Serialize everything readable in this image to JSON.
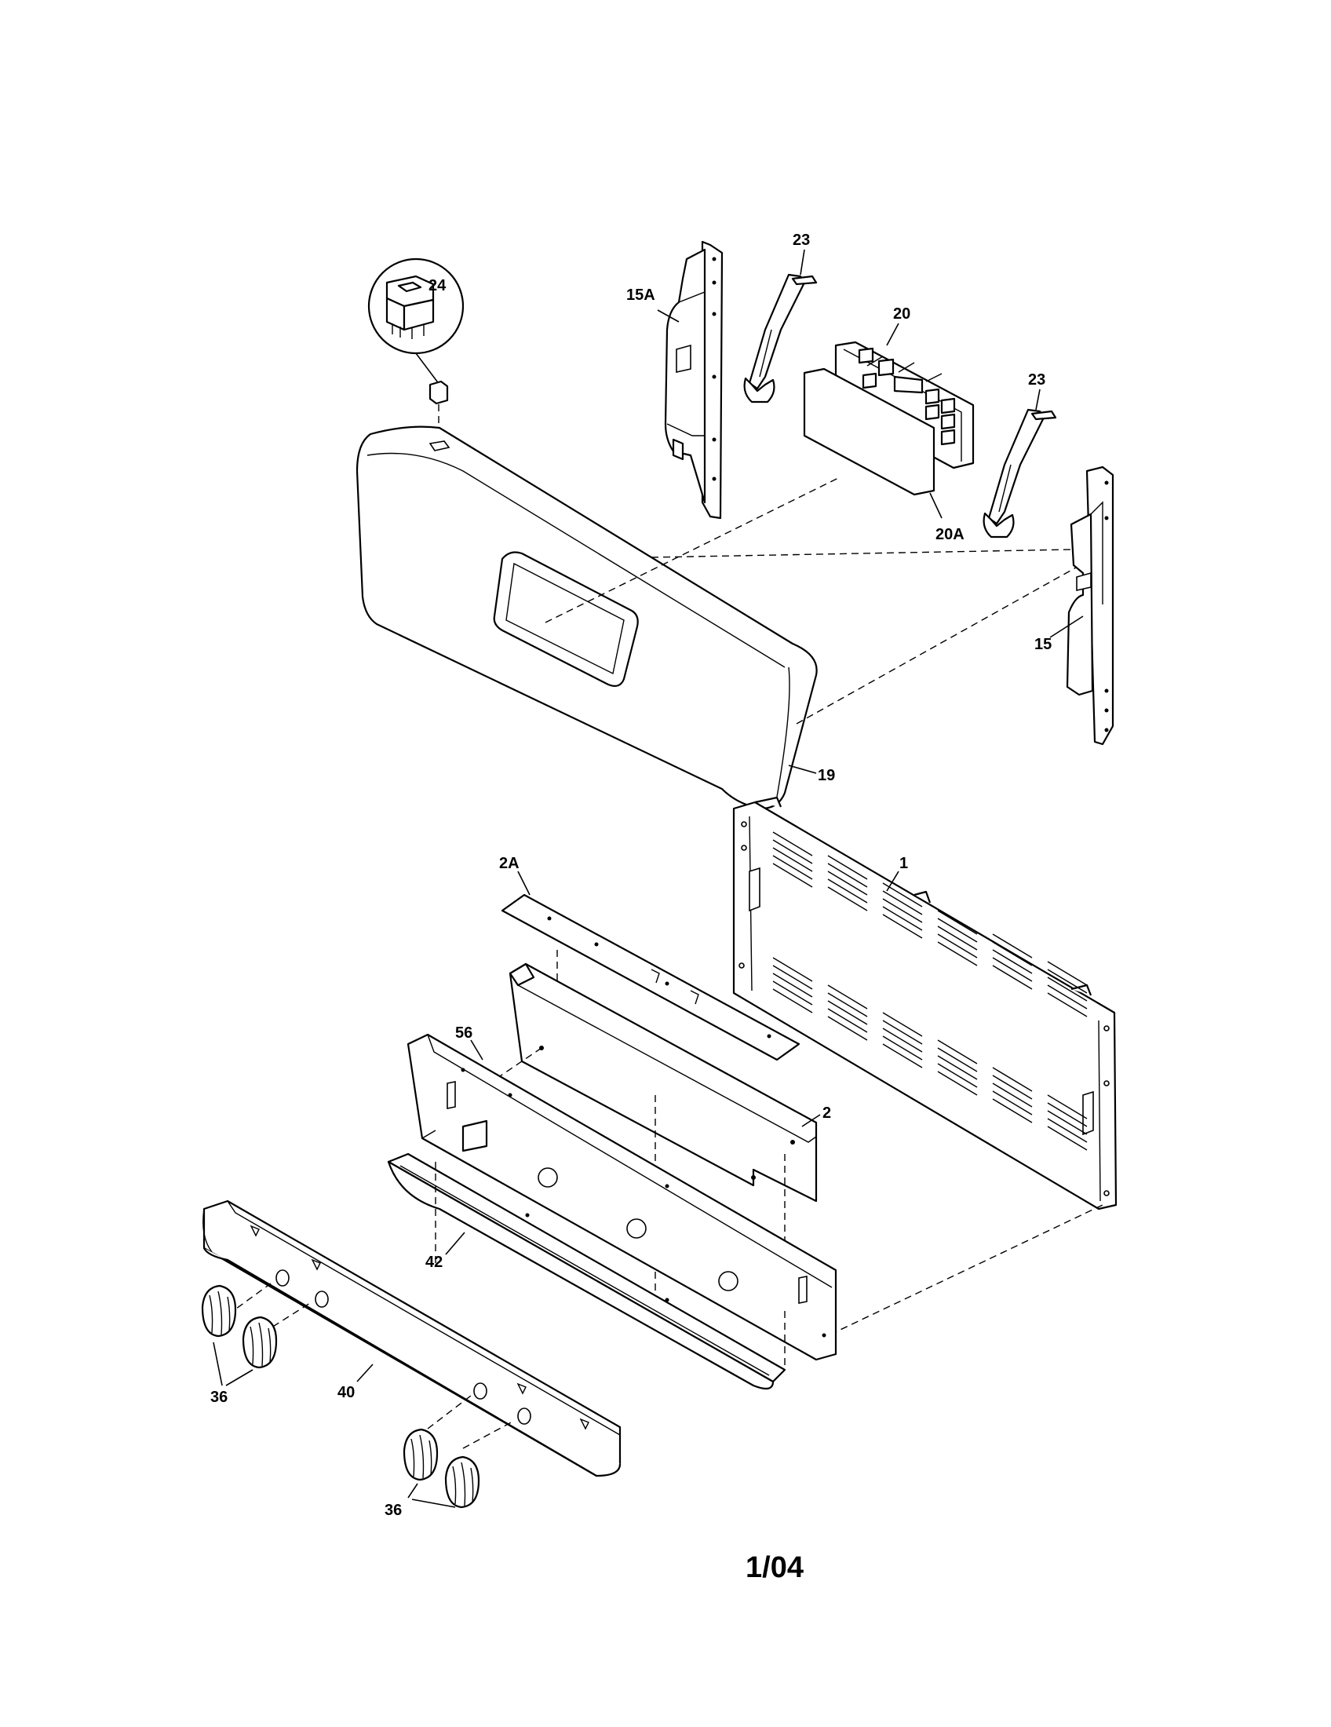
{
  "diagram": {
    "callouts": {
      "c24": "24",
      "c15A": "15A",
      "c23a": "23",
      "c20": "20",
      "c23b": "23",
      "c20A": "20A",
      "c15": "15",
      "c19": "19",
      "c2A": "2A",
      "c1": "1",
      "c56": "56",
      "c2": "2",
      "c42": "42",
      "c36a": "36",
      "c40": "40",
      "c36b": "36"
    },
    "page_code": "1/04"
  }
}
